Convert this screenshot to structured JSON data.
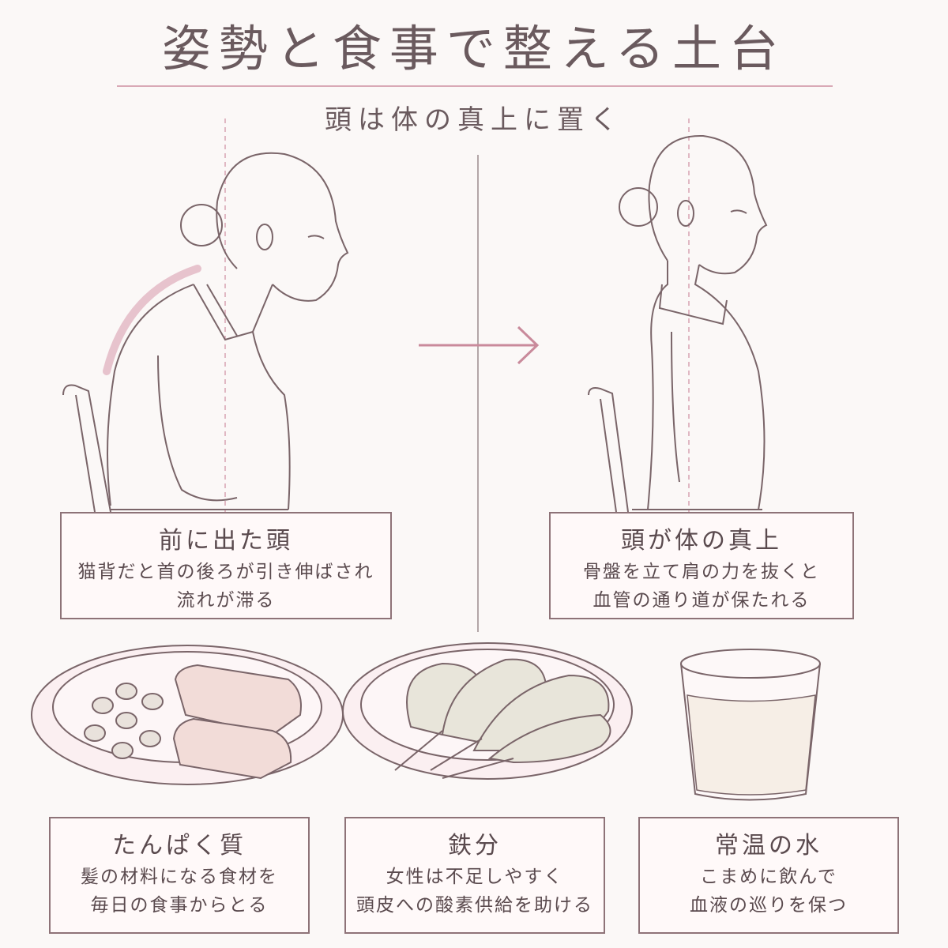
{
  "title": "姿勢と食事で整える土台",
  "subtitle": "頭は体の真上に置く",
  "posture": {
    "bad": {
      "heading": "前に出た頭",
      "lines": [
        "猫背だと首の後ろが引き伸ばされ",
        "流れが滞る"
      ]
    },
    "good": {
      "heading": "頭が体の真上",
      "lines": [
        "骨盤を立て肩の力を抜くと",
        "血管の通り道が保たれる"
      ]
    }
  },
  "foods": [
    {
      "heading": "たんぱく質",
      "lines": [
        "髪の材料になる食材を",
        "毎日の食事からとる"
      ]
    },
    {
      "heading": "鉄分",
      "lines": [
        "女性は不足しやすく",
        "頭皮への酸素供給を助ける"
      ]
    },
    {
      "heading": "常温の水",
      "lines": [
        "こまめに飲んで",
        "血液の巡りを保つ"
      ]
    }
  ],
  "colors": {
    "accent": "#d9a9b6",
    "line": "#8e7378",
    "text": "#5a4a4e",
    "background": "#fbf8f7"
  }
}
